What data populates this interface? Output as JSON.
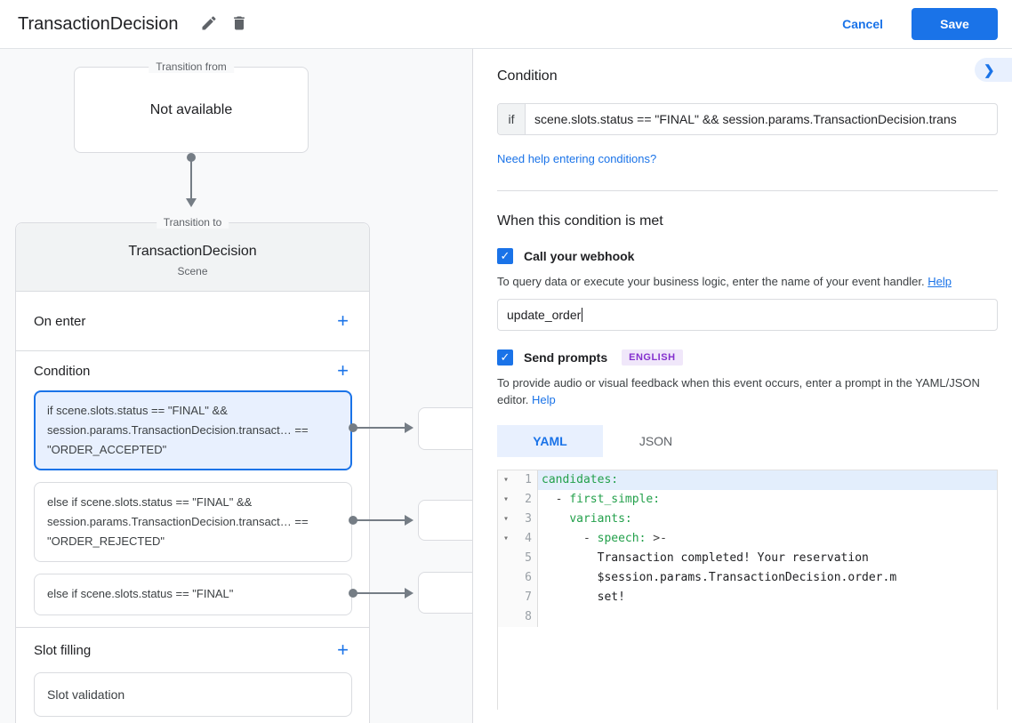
{
  "header": {
    "title": "TransactionDecision",
    "cancel_label": "Cancel",
    "save_label": "Save"
  },
  "canvas": {
    "transition_from": {
      "label": "Transition from",
      "content": "Not available"
    },
    "transition_to": {
      "label": "Transition to",
      "title": "TransactionDecision",
      "subtitle": "Scene"
    },
    "on_enter_label": "On enter",
    "condition_label": "Condition",
    "slot_filling_label": "Slot filling",
    "slot_validation_label": "Slot validation",
    "condition_cards": [
      {
        "text": "if scene.slots.status == \"FINAL\" && session.params.TransactionDecision.transact… == \"ORDER_ACCEPTED\"",
        "selected": true
      },
      {
        "text": "else if scene.slots.status == \"FINAL\" && session.params.TransactionDecision.transact… == \"ORDER_REJECTED\"",
        "selected": false
      },
      {
        "text": "else if scene.slots.status == \"FINAL\"",
        "selected": false
      }
    ]
  },
  "panel": {
    "condition": {
      "heading": "Condition",
      "if_label": "if",
      "if_value": "scene.slots.status == \"FINAL\" && session.params.TransactionDecision.trans",
      "help_link": "Need help entering conditions?"
    },
    "when_met": {
      "heading": "When this condition is met",
      "webhook": {
        "label": "Call your webhook",
        "checked": true,
        "helper": "To query data or execute your business logic, enter the name of your event handler.",
        "help_link": "Help",
        "input_value": "update_order"
      },
      "prompts": {
        "label": "Send prompts",
        "badge": "ENGLISH",
        "checked": true,
        "helper": "To provide audio or visual feedback when this event occurs, enter a prompt in the YAML/JSON editor.",
        "help_link": "Help"
      },
      "tabs": [
        {
          "label": "YAML",
          "active": true
        },
        {
          "label": "JSON",
          "active": false
        }
      ],
      "editor": {
        "lines": [
          {
            "num": "1",
            "fold": true,
            "active": true,
            "segments": [
              {
                "t": "candidates:",
                "c": "key"
              }
            ]
          },
          {
            "num": "2",
            "fold": true,
            "active": false,
            "segments": [
              {
                "t": "  ",
                "c": "plain"
              },
              {
                "t": "- ",
                "c": "meta"
              },
              {
                "t": "first_simple:",
                "c": "key"
              }
            ]
          },
          {
            "num": "3",
            "fold": true,
            "active": false,
            "segments": [
              {
                "t": "    ",
                "c": "plain"
              },
              {
                "t": "variants:",
                "c": "key"
              }
            ]
          },
          {
            "num": "4",
            "fold": true,
            "active": false,
            "segments": [
              {
                "t": "      ",
                "c": "plain"
              },
              {
                "t": "- ",
                "c": "meta"
              },
              {
                "t": "speech:",
                "c": "key"
              },
              {
                "t": " >-",
                "c": "meta"
              }
            ]
          },
          {
            "num": "5",
            "fold": false,
            "active": false,
            "segments": [
              {
                "t": "        Transaction completed! Your reservation",
                "c": "plain"
              }
            ]
          },
          {
            "num": "6",
            "fold": false,
            "active": false,
            "segments": [
              {
                "t": "        $session.params.TransactionDecision.order.m",
                "c": "plain"
              }
            ]
          },
          {
            "num": "7",
            "fold": false,
            "active": false,
            "segments": [
              {
                "t": "        set!",
                "c": "plain"
              }
            ]
          },
          {
            "num": "8",
            "fold": false,
            "active": false,
            "segments": []
          }
        ]
      }
    }
  },
  "colors": {
    "accent_blue": "#1a73e8",
    "accent_blue_bg": "#e8f0fe",
    "code_key_green": "#23a04b",
    "badge_purple": "#8430ce",
    "badge_purple_bg": "#f0e7fa"
  }
}
